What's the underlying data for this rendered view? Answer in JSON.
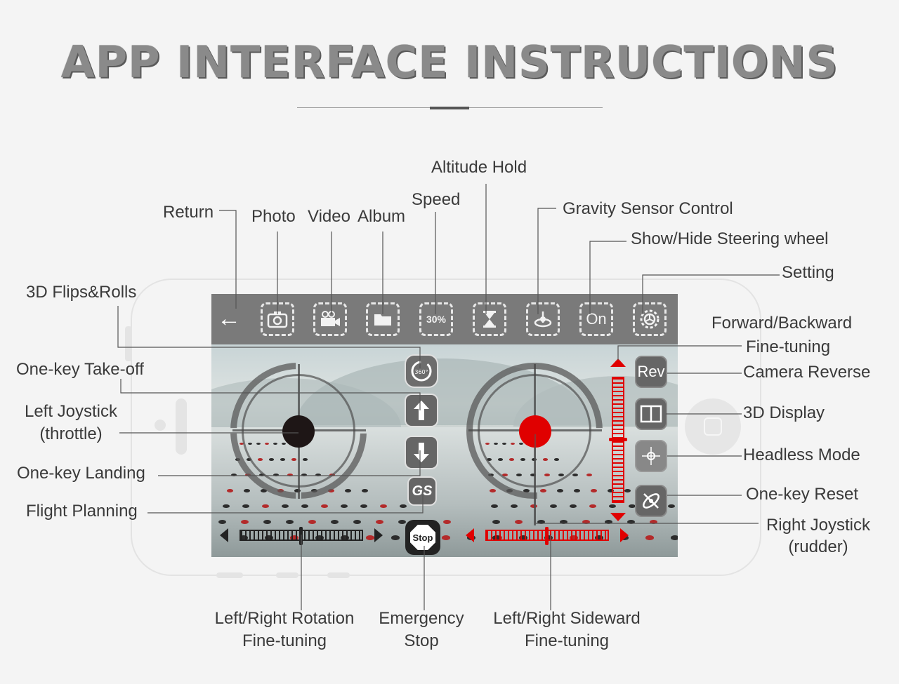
{
  "header": {
    "title": "APP INTERFACE INSTRUCTIONS"
  },
  "topbar": {
    "buttons": [
      {
        "icon": "back-arrow-icon"
      },
      {
        "icon": "camera-icon"
      },
      {
        "icon": "video-camera-icon"
      },
      {
        "icon": "folder-icon"
      },
      {
        "icon": "speed-icon",
        "text": "30%"
      },
      {
        "icon": "hourglass-icon"
      },
      {
        "icon": "gyroscope-icon"
      },
      {
        "icon": "on-toggle-icon",
        "text": "On"
      },
      {
        "icon": "gear-icon"
      }
    ]
  },
  "controls": {
    "rev_label": "Rev",
    "stop_label": "Stop",
    "gs_label": "GS",
    "flip_label": "360°",
    "left_joystick_color": "#1e1616",
    "right_joystick_color": "#e00000",
    "accent_red": "#e00000"
  },
  "labels": {
    "return": "Return",
    "photo": "Photo",
    "video": "Video",
    "album": "Album",
    "speed": "Speed",
    "altitude_hold": "Altitude Hold",
    "gravity_sensor": "Gravity Sensor Control",
    "steering_wheel": "Show/Hide Steering wheel",
    "setting": "Setting",
    "flips": "3D Flips&Rolls",
    "takeoff": "One-key Take-off",
    "left_joystick_1": "Left Joystick",
    "left_joystick_2": "(throttle)",
    "landing": "One-key Landing",
    "flight_planning": "Flight Planning",
    "fb_fine_1": "Forward/Backward",
    "fb_fine_2": "Fine-tuning",
    "camera_reverse": "Camera Reverse",
    "display_3d": "3D Display",
    "headless": "Headless Mode",
    "reset": "One-key Reset",
    "right_joystick_1": "Right Joystick",
    "right_joystick_2": "(rudder)",
    "rotation_1": "Left/Right Rotation",
    "rotation_2": "Fine-tuning",
    "emergency_1": "Emergency",
    "emergency_2": "Stop",
    "sideward_1": "Left/Right Sideward",
    "sideward_2": "Fine-tuning"
  }
}
